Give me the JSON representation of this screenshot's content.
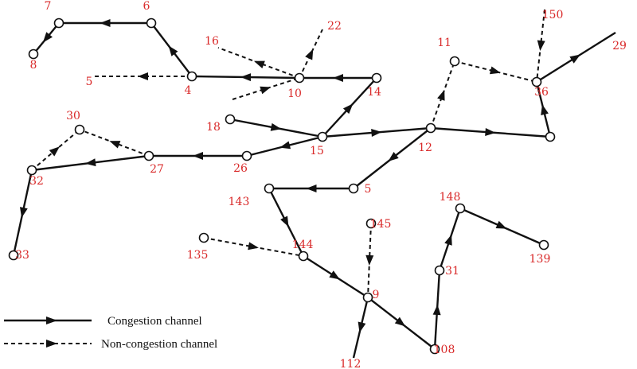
{
  "legend": {
    "congestion": "Congestion channel",
    "non_congestion": "Non-congestion channel"
  },
  "colors": {
    "edge": "#111111",
    "node_fill": "#ffffff",
    "label": "#d92a2a"
  },
  "nodes": [
    {
      "id": "n7",
      "label": "7"
    },
    {
      "id": "n6",
      "label": "6"
    },
    {
      "id": "n8",
      "label": "8"
    },
    {
      "id": "n4",
      "label": "4"
    },
    {
      "id": "n5a",
      "label": "5"
    },
    {
      "id": "n16",
      "label": "16"
    },
    {
      "id": "n22",
      "label": "22"
    },
    {
      "id": "n10",
      "label": "10"
    },
    {
      "id": "n14",
      "label": "14"
    },
    {
      "id": "n11",
      "label": "11"
    },
    {
      "id": "n150",
      "label": "150"
    },
    {
      "id": "n29",
      "label": "29"
    },
    {
      "id": "n36",
      "label": "36"
    },
    {
      "id": "n30",
      "label": "30"
    },
    {
      "id": "n18",
      "label": "18"
    },
    {
      "id": "n15",
      "label": "15"
    },
    {
      "id": "n12",
      "label": "12"
    },
    {
      "id": "n27",
      "label": "27"
    },
    {
      "id": "n26",
      "label": "26"
    },
    {
      "id": "n32",
      "label": "32"
    },
    {
      "id": "n143",
      "label": "143"
    },
    {
      "id": "n5b",
      "label": "5"
    },
    {
      "id": "n148",
      "label": "148"
    },
    {
      "id": "n145",
      "label": "145"
    },
    {
      "id": "n135",
      "label": "135"
    },
    {
      "id": "n144",
      "label": "144"
    },
    {
      "id": "n139",
      "label": "139"
    },
    {
      "id": "n31",
      "label": "31"
    },
    {
      "id": "n33",
      "label": "33"
    },
    {
      "id": "n9",
      "label": "9"
    },
    {
      "id": "n108",
      "label": "108"
    },
    {
      "id": "n112",
      "label": "112"
    }
  ],
  "edges": [
    {
      "from": "n4",
      "to": "n6",
      "type": "congestion"
    },
    {
      "from": "n6",
      "to": "n7",
      "type": "congestion"
    },
    {
      "from": "n7",
      "to": "n8",
      "type": "congestion"
    },
    {
      "from": "n10",
      "to": "n4",
      "type": "congestion"
    },
    {
      "from": "n4",
      "to": "n5a",
      "type": "non-congestion"
    },
    {
      "from": "n14",
      "to": "n10",
      "type": "congestion"
    },
    {
      "from": "n10",
      "to": "n16",
      "type": "non-congestion"
    },
    {
      "from": "n10",
      "to": "n22",
      "type": "non-congestion"
    },
    {
      "from": "n15",
      "to": "n14",
      "type": "congestion"
    },
    {
      "from": "n18",
      "to": "n15",
      "type": "congestion"
    },
    {
      "from": "n15",
      "to": "n12",
      "type": "congestion"
    },
    {
      "from": "n15",
      "to": "n26",
      "type": "congestion"
    },
    {
      "from": "n12",
      "to": "n11",
      "type": "non-congestion"
    },
    {
      "from": "n11",
      "to": "n36",
      "type": "non-congestion"
    },
    {
      "from": "n150",
      "to": "n36",
      "type": "non-congestion"
    },
    {
      "from": "n36",
      "to": "n29",
      "type": "congestion"
    },
    {
      "from": "n12",
      "to": "n37",
      "type": "congestion"
    },
    {
      "from": "n37",
      "to": "n36",
      "type": "congestion"
    },
    {
      "from": "n12",
      "to": "n5b",
      "type": "congestion"
    },
    {
      "from": "n26",
      "to": "n27",
      "type": "congestion"
    },
    {
      "from": "n27",
      "to": "n32",
      "type": "congestion"
    },
    {
      "from": "n27",
      "to": "n30",
      "type": "non-congestion"
    },
    {
      "from": "n32",
      "to": "n30",
      "type": "non-congestion"
    },
    {
      "from": "n32",
      "to": "n33",
      "type": "congestion"
    },
    {
      "from": "n5b",
      "to": "n143",
      "type": "congestion"
    },
    {
      "from": "n143",
      "to": "n144",
      "type": "congestion"
    },
    {
      "from": "n135",
      "to": "n144",
      "type": "non-congestion"
    },
    {
      "from": "n144",
      "to": "n9",
      "type": "congestion"
    },
    {
      "from": "n145",
      "to": "n9",
      "type": "non-congestion"
    },
    {
      "from": "n9",
      "to": "n112",
      "type": "congestion"
    },
    {
      "from": "n9",
      "to": "n108",
      "type": "congestion"
    },
    {
      "from": "n108",
      "to": "n31",
      "type": "congestion"
    },
    {
      "from": "n31",
      "to": "n148",
      "type": "congestion"
    },
    {
      "from": "n148",
      "to": "n139",
      "type": "congestion"
    }
  ]
}
